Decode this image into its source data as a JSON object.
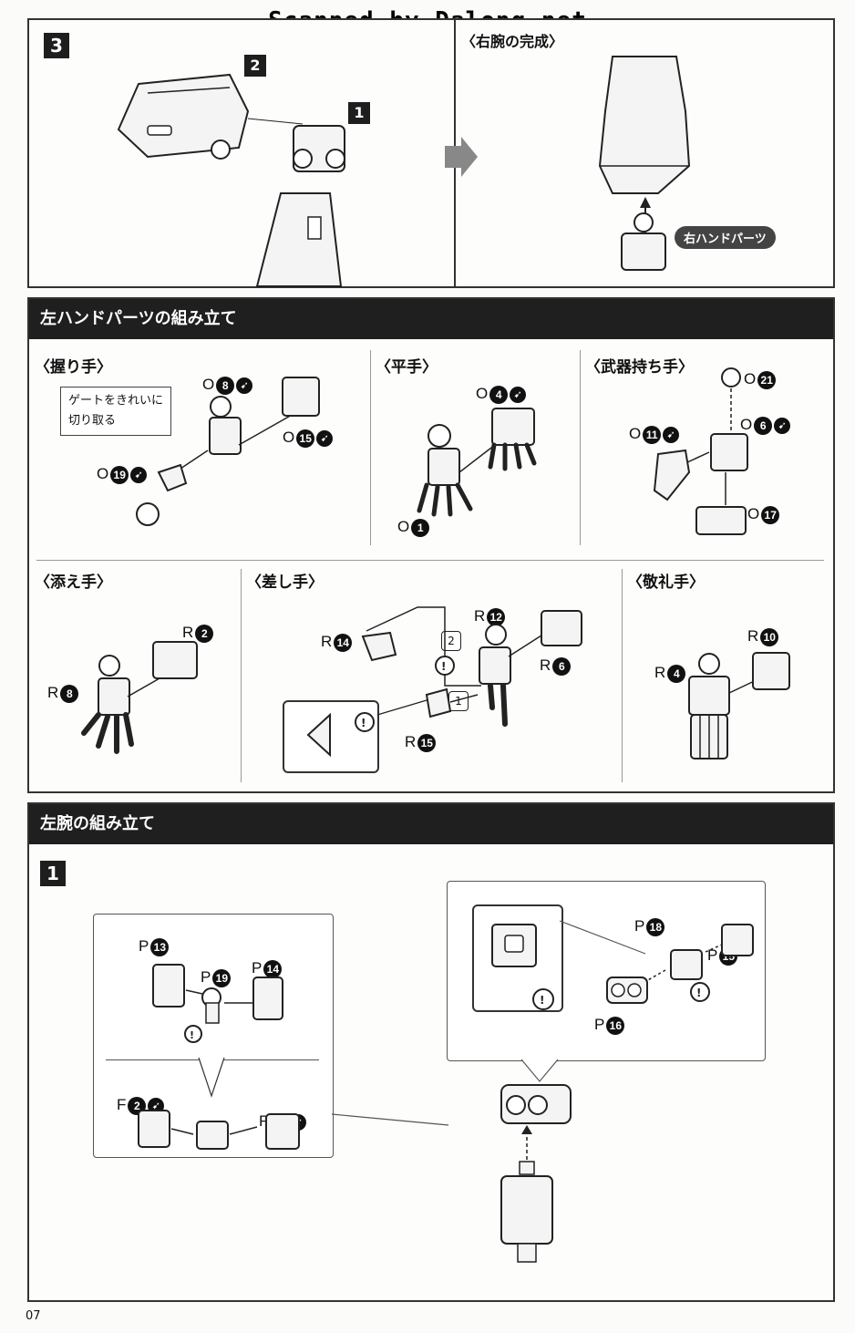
{
  "watermark": "Scanned by Dalong.net",
  "step3": {
    "step_number": "3",
    "callouts": [
      "2",
      "1"
    ],
    "result_label": "〈右腕の完成〉",
    "hand_pill": "右ハンドパーツ"
  },
  "left_hand": {
    "header": "左ハンドパーツの組み立て",
    "grip": {
      "label": "〈握り手〉",
      "note": [
        "ゲートをきれいに",
        "切り取る"
      ],
      "parts": [
        {
          "letter": "O",
          "num": "8",
          "gate": true
        },
        {
          "letter": "O",
          "num": "15",
          "gate": true
        },
        {
          "letter": "O",
          "num": "19",
          "gate": true
        }
      ]
    },
    "flat": {
      "label": "〈平手〉",
      "parts": [
        {
          "letter": "O",
          "num": "4",
          "gate": true
        },
        {
          "letter": "O",
          "num": "1",
          "gate": false
        }
      ]
    },
    "weapon": {
      "label": "〈武器持ち手〉",
      "parts": [
        {
          "letter": "O",
          "num": "21",
          "gate": false
        },
        {
          "letter": "O",
          "num": "11",
          "gate": true
        },
        {
          "letter": "O",
          "num": "6",
          "gate": true
        },
        {
          "letter": "O",
          "num": "17",
          "gate": false
        }
      ]
    },
    "support": {
      "label": "〈添え手〉",
      "parts": [
        {
          "letter": "R",
          "num": "2"
        },
        {
          "letter": "R",
          "num": "8"
        }
      ]
    },
    "pointing": {
      "label": "〈差し手〉",
      "parts": [
        {
          "letter": "R",
          "num": "14"
        },
        {
          "letter": "R",
          "num": "12"
        },
        {
          "letter": "R",
          "num": "6"
        },
        {
          "letter": "R",
          "num": "15"
        }
      ],
      "order": [
        "2",
        "1"
      ]
    },
    "salute": {
      "label": "〈敬礼手〉",
      "parts": [
        {
          "letter": "R",
          "num": "10"
        },
        {
          "letter": "R",
          "num": "4"
        }
      ]
    }
  },
  "left_arm": {
    "header": "左腕の組み立て",
    "step_number": "1",
    "parts_upper": [
      {
        "letter": "P",
        "num": "13"
      },
      {
        "letter": "P",
        "num": "19"
      },
      {
        "letter": "P",
        "num": "14"
      }
    ],
    "parts_lower": [
      {
        "letter": "F",
        "num": "2",
        "gate": true
      },
      {
        "letter": "F",
        "num": "1",
        "gate": true
      }
    ],
    "parts_right": [
      {
        "letter": "P",
        "num": "18"
      },
      {
        "letter": "P",
        "num": "15"
      },
      {
        "letter": "P",
        "num": "16"
      }
    ]
  },
  "page_number": "07"
}
